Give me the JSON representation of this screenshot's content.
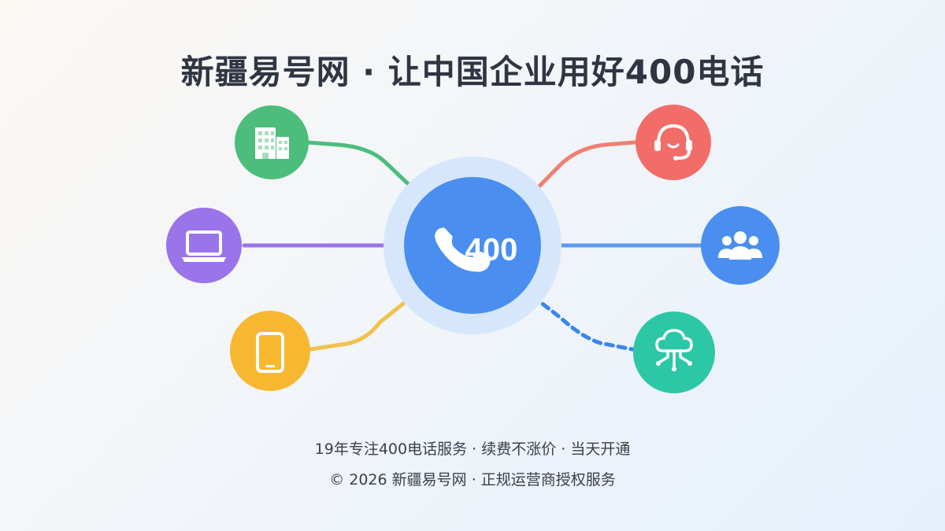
{
  "header": {
    "title": "新疆易号网 · 让中国企业用好400电话"
  },
  "hub": {
    "label": "400",
    "icon": "phone-handset-icon",
    "color": "#4a8ff0",
    "halo_color": "#d7e7fb"
  },
  "nodes": [
    {
      "id": "building",
      "icon": "building-icon",
      "color": "#4cbd7c",
      "line_color": "#4cbd7c",
      "line_style": "solid"
    },
    {
      "id": "laptop",
      "icon": "laptop-icon",
      "color": "#9a74e8",
      "line_color": "#9a74e8",
      "line_style": "solid"
    },
    {
      "id": "mobile",
      "icon": "mobile-phone-icon",
      "color": "#f7b731",
      "line_color": "#f2c14e",
      "line_style": "solid"
    },
    {
      "id": "headset",
      "icon": "headset-icon",
      "color": "#f26c68",
      "line_color": "#f07f73",
      "line_style": "solid"
    },
    {
      "id": "users",
      "icon": "users-group-icon",
      "color": "#4a8ff0",
      "line_color": "#5c9bf2",
      "line_style": "solid"
    },
    {
      "id": "cloud",
      "icon": "cloud-network-icon",
      "color": "#2cc7a6",
      "line_color": "#3b86ea",
      "line_style": "dashed"
    }
  ],
  "footer": {
    "line1": "19年专注400电话服务 · 续费不涨价 · 当天开通",
    "line2": "© 2026 新疆易号网 · 正规运营商授权服务"
  }
}
